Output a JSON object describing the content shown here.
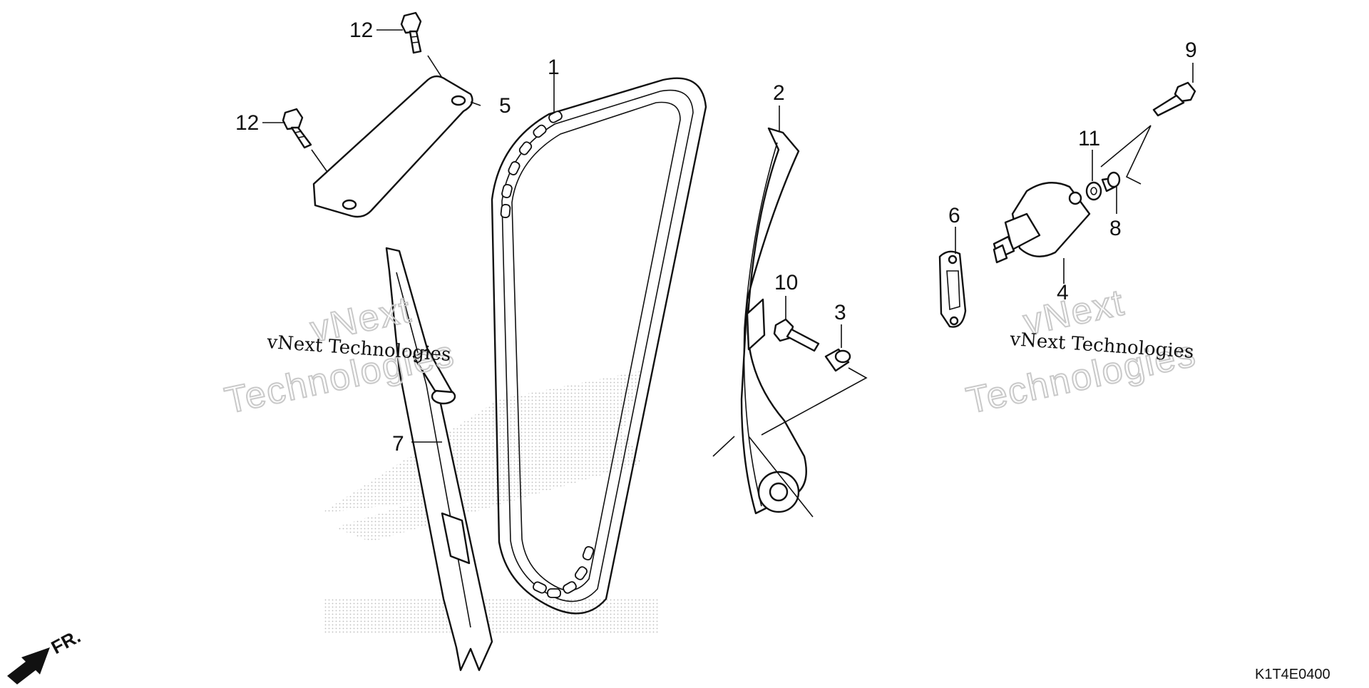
{
  "diagram": {
    "code": "K1T4E0400",
    "direction_label": "FR.",
    "watermarks": [
      {
        "line1": "vNext",
        "line2": "Technologies",
        "caption": "vNext Technologies"
      },
      {
        "line1": "vNext",
        "line2": "Technologies",
        "caption": "vNext Technologies"
      }
    ],
    "callouts": [
      {
        "id": "c1",
        "label": "1"
      },
      {
        "id": "c2",
        "label": "2"
      },
      {
        "id": "c3",
        "label": "3"
      },
      {
        "id": "c4",
        "label": "4"
      },
      {
        "id": "c5",
        "label": "5"
      },
      {
        "id": "c6",
        "label": "6"
      },
      {
        "id": "c7",
        "label": "7"
      },
      {
        "id": "c8",
        "label": "8"
      },
      {
        "id": "c9",
        "label": "9"
      },
      {
        "id": "c10",
        "label": "10"
      },
      {
        "id": "c11",
        "label": "11"
      },
      {
        "id": "c12a",
        "label": "12"
      },
      {
        "id": "c12b",
        "label": "12"
      }
    ]
  }
}
